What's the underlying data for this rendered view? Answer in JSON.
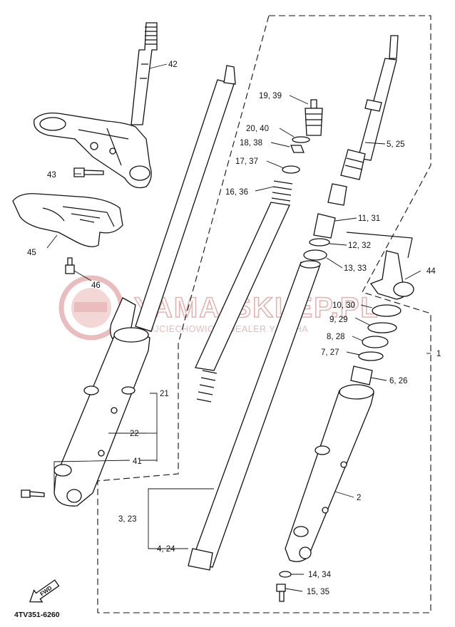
{
  "diagram": {
    "part_code": "4TV351-6260",
    "fwd_label": "FWD",
    "watermark": {
      "title": "YAMA-SKLEP.PL",
      "subtitle": "WOJCIECHOWICZ | DEALER YAMAHA"
    },
    "labels": [
      "42",
      "43",
      "45",
      "46",
      "21",
      "22",
      "41",
      "19, 39",
      "20, 40",
      "18, 38",
      "17, 37",
      "16, 36",
      "5, 25",
      "11, 31",
      "12, 32",
      "13, 33",
      "44",
      "10, 30",
      "9, 29",
      "8, 28",
      "7, 27",
      "1",
      "6, 26",
      "2",
      "3, 23",
      "4, 24",
      "14, 34",
      "15, 35"
    ]
  }
}
